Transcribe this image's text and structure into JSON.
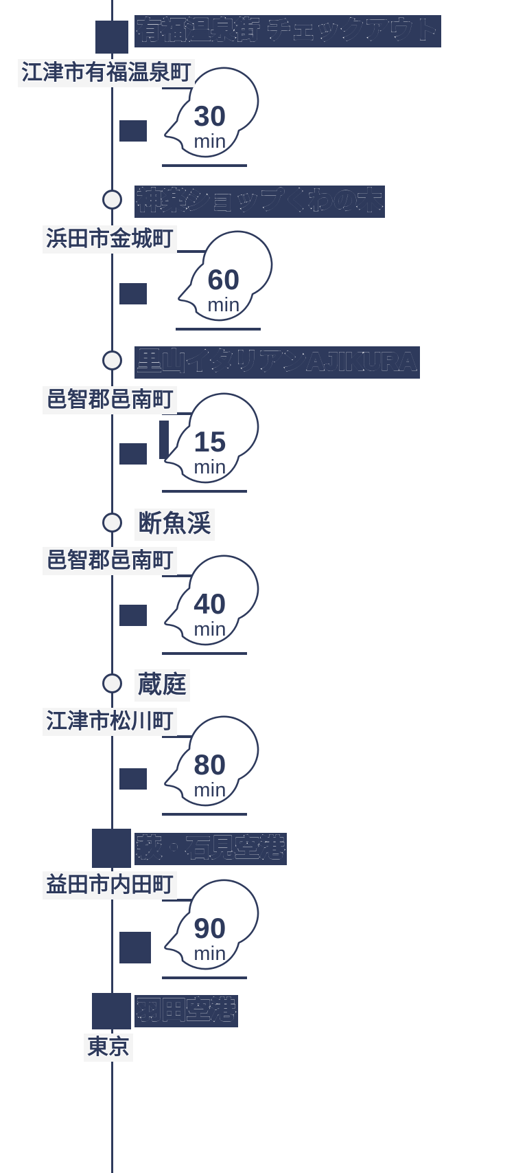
{
  "theme": {
    "ink": "#2e3a5c",
    "paper": "#ffffff",
    "band_text": "#ffffff",
    "label_bg": "#f4f4f4",
    "marker_fill": "#f2f2f2"
  },
  "timeline": {
    "title": "有福温泉街 チェックアウト",
    "unit_label": "min",
    "stops": [
      {
        "id": "stop-1",
        "name": "有福温泉街 チェックアウト",
        "locality": "江津市有福温泉町",
        "marker": "square-large",
        "title_style": "banner"
      },
      {
        "id": "stop-2",
        "name": "神楽ショップくわの木",
        "locality": "浜田市金城町",
        "marker": "circle",
        "title_style": "banner"
      },
      {
        "id": "stop-3",
        "name": "里山イタリアンAJIKURA",
        "locality": "邑智郡邑南町",
        "marker": "circle",
        "title_style": "banner"
      },
      {
        "id": "stop-4",
        "name": "断魚渓",
        "locality": "邑智郡邑南町",
        "marker": "circle",
        "title_style": "plain"
      },
      {
        "id": "stop-5",
        "name": "蔵庭",
        "locality": "江津市松川町",
        "marker": "circle",
        "title_style": "plain"
      },
      {
        "id": "stop-6",
        "name": "萩・石見空港",
        "locality": "益田市内田町",
        "marker": "square-large",
        "title_style": "banner"
      },
      {
        "id": "stop-7",
        "name": "羽田空港",
        "locality": "東京",
        "marker": "square-large",
        "title_style": "banner"
      }
    ],
    "legs": [
      {
        "id": "leg-1",
        "from": "有福温泉街 チェックアウト",
        "to": "神楽ショップくわの木",
        "duration": "30",
        "unit": "min"
      },
      {
        "id": "leg-2",
        "from": "神楽ショップくわの木",
        "to": "里山イタリアンAJIKURA",
        "duration": "60",
        "unit": "min"
      },
      {
        "id": "leg-3",
        "from": "里山イタリアンAJIKURA",
        "to": "断魚渓",
        "duration": "15",
        "unit": "min"
      },
      {
        "id": "leg-4",
        "from": "断魚渓",
        "to": "蔵庭",
        "duration": "40",
        "unit": "min"
      },
      {
        "id": "leg-5",
        "from": "蔵庭",
        "to": "萩・石見空港",
        "duration": "80",
        "unit": "min"
      },
      {
        "id": "leg-6",
        "from": "萩・石見空港",
        "to": "羽田空港",
        "duration": "90",
        "unit": "min"
      }
    ]
  }
}
